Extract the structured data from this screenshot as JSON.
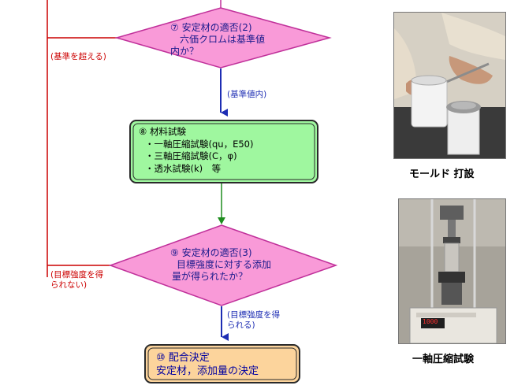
{
  "diamond1": {
    "lines": [
      "⑦ 安定材の適否(2)",
      "六価クロムは基準値",
      "内か？"
    ]
  },
  "box8": {
    "title": "⑧ 材料試験",
    "items": [
      "・一軸圧縮試験(qu，E50)",
      "・三軸圧縮試験(C，φ)",
      "・透水試験(k)　等"
    ]
  },
  "diamond2": {
    "lines": [
      "⑨ 安定材の適否(3)",
      "目標強度に対する添加",
      "量が得られたか？"
    ]
  },
  "box10": {
    "lines": [
      "⑩ 配合決定",
      "安定材，添加量の決定"
    ]
  },
  "labels": {
    "exceeds": "(基準を超える)",
    "within": "(基準値内)",
    "not_obtained": [
      "(目標強度を得",
      "られない)"
    ],
    "obtained": [
      "(目標強度を得",
      "られる)"
    ]
  },
  "photos": {
    "top_caption": "モールド 打設",
    "bottom_caption": "一軸圧縮試験",
    "display_reading": "1000"
  },
  "colors": {
    "diamond_fill": "#f99ad8",
    "diamond_stroke": "#c0309a",
    "box8_fill": "#9ff79f",
    "box10_fill": "#fcd49c",
    "red_line": "#cc0000",
    "blue_arrow": "#1d2db3",
    "green_arrow": "#1e8c1e"
  }
}
